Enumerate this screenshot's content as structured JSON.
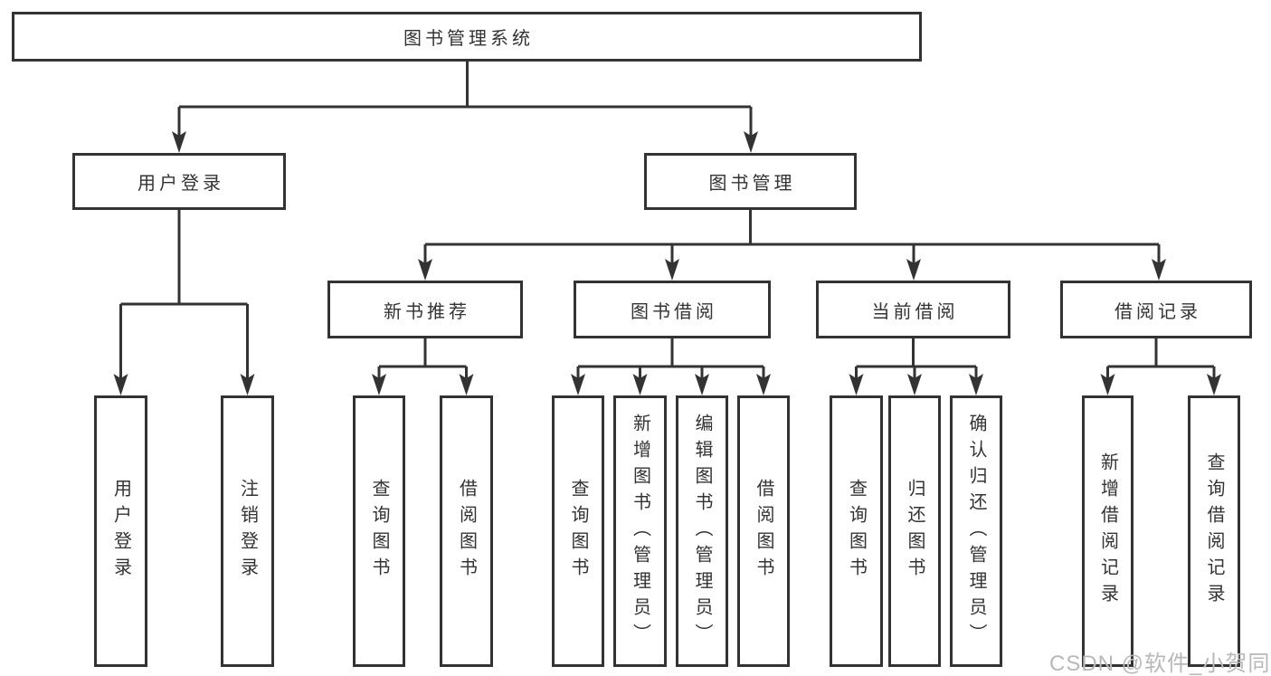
{
  "title": {
    "label": "图书管理系统"
  },
  "branches": [
    {
      "label": "用户登录",
      "children": [
        {
          "label": "用户登录"
        },
        {
          "label": "注销登录"
        }
      ]
    },
    {
      "label": "图书管理",
      "children": [
        {
          "label": "新书推荐",
          "children": [
            {
              "label": "查询图书"
            },
            {
              "label": "借阅图书"
            }
          ]
        },
        {
          "label": "图书借阅",
          "children": [
            {
              "label": "查询图书"
            },
            {
              "label": "新增图书（管理员）"
            },
            {
              "label": "编辑图书（管理员）"
            },
            {
              "label": "借阅图书"
            }
          ]
        },
        {
          "label": "当前借阅",
          "children": [
            {
              "label": "查询图书"
            },
            {
              "label": "归还图书"
            },
            {
              "label": "确认归还（管理员）"
            }
          ]
        },
        {
          "label": "借阅记录",
          "children": [
            {
              "label": "新增借阅记录"
            },
            {
              "label": "查询借阅记录"
            }
          ]
        }
      ]
    }
  ],
  "watermark": {
    "text": "CSDN @软件_小贺同学"
  },
  "colors": {
    "line": "#333333",
    "text": "#333333",
    "box_background": "#ffffff",
    "page_background": "#ffffff",
    "watermark": "#b8b8b8"
  }
}
